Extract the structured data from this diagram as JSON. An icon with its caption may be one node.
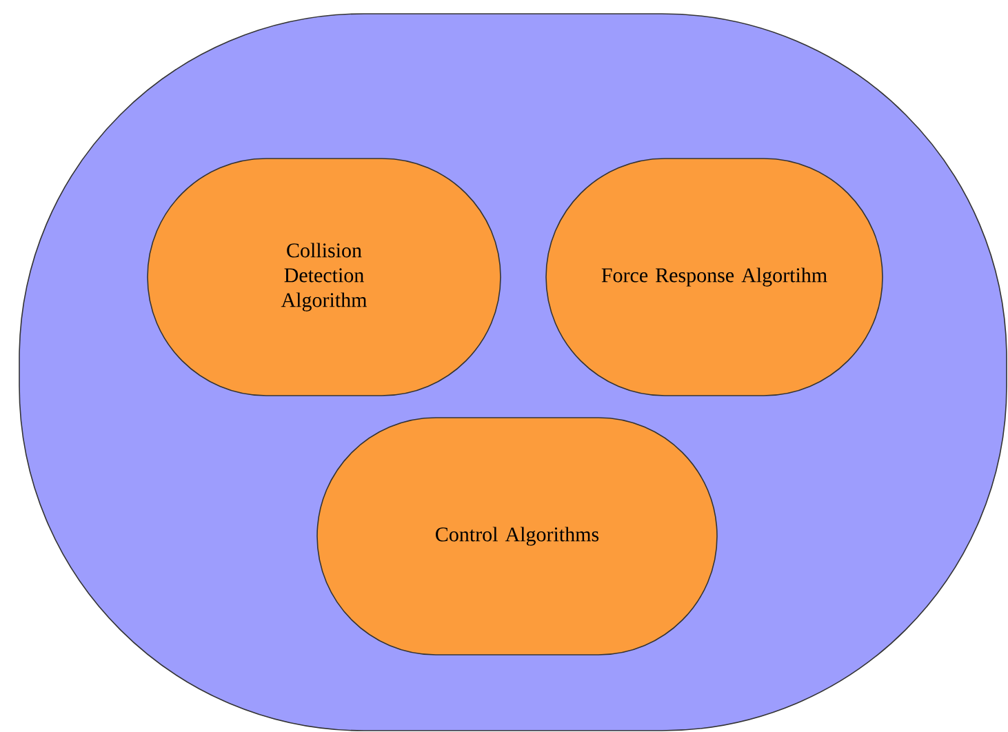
{
  "diagram": {
    "nodes": [
      {
        "text": [],
        "shape": "box"
      },
      {
        "text": [
          "Collision Detection Algorithm"
        ],
        "in": 0
      },
      {
        "text": [
          "Force Response Algortihm"
        ],
        "in": 0
      },
      {
        "text": [
          "Control Algorithms"
        ],
        "in": 0
      }
    ]
  }
}
